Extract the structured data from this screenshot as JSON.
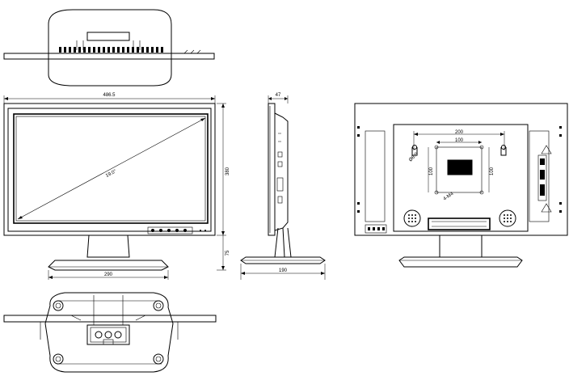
{
  "drawing": {
    "dimensions": {
      "overall_width": "486.5",
      "height": "380",
      "diagonal": "19.0\"",
      "base_width": "290",
      "stand_height": "75",
      "depth": "47",
      "base_depth": "190",
      "vesa_outer": "200",
      "vesa_inner": "100",
      "vesa_left": "100",
      "vesa_right": "100",
      "screw_label": "4-M4",
      "hole_label": "Ø8.0"
    }
  }
}
